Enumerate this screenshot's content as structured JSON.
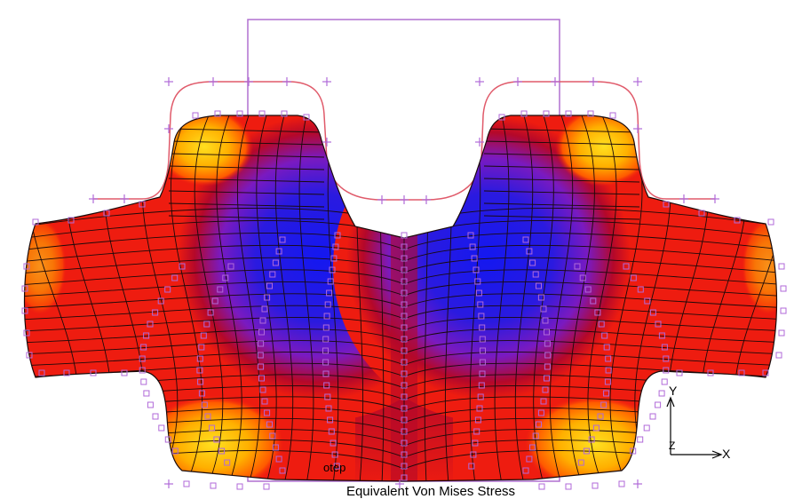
{
  "viewport": {
    "caption": "Equivalent Von Mises Stress",
    "step_text": "otep",
    "axes": {
      "x": "X",
      "y": "Y",
      "z": "Z"
    }
  },
  "colors": {
    "background": "#ffffff",
    "yellow": "#ffe020",
    "orange": "#ff9a00",
    "red": "#ee1c10",
    "darkred": "#b4082a",
    "purple": "#7a1ac0",
    "blue": "#1418f0",
    "mesh": "#1a0a0a",
    "nodes": "#b06ad8",
    "outline": "#e05a6a",
    "frame": "#b070d0"
  }
}
